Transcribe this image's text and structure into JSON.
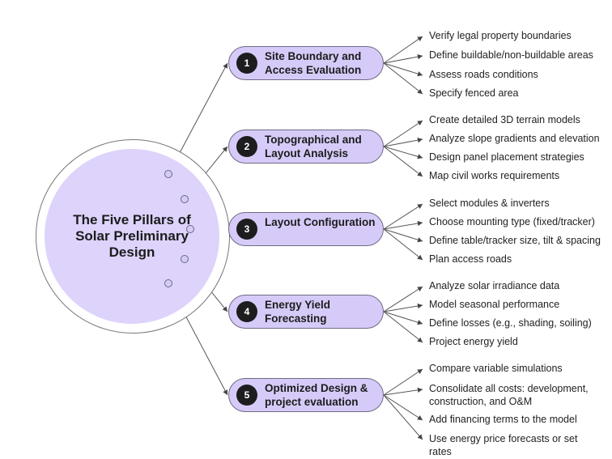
{
  "hub": {
    "title": "The Five Pillars of Solar Preliminary Design"
  },
  "pillars": [
    {
      "number": "1",
      "title": "Site Boundary and Access Evaluation",
      "tasks": [
        [
          "Verify legal property boundaries"
        ],
        [
          "Define buildable/non-buildable areas"
        ],
        [
          "Assess roads conditions"
        ],
        [
          "Specify fenced area"
        ]
      ]
    },
    {
      "number": "2",
      "title": "Topographical and Layout Analysis",
      "tasks": [
        [
          "Create detailed 3D terrain models"
        ],
        [
          "Analyze slope gradients and elevation"
        ],
        [
          "Design panel placement strategies"
        ],
        [
          "Map civil works requirements"
        ]
      ]
    },
    {
      "number": "3",
      "title": "Layout Configuration",
      "tasks": [
        [
          "Select modules & inverters"
        ],
        [
          "Choose mounting type (fixed/tracker)"
        ],
        [
          "Define table/tracker size, tilt & spacing"
        ],
        [
          "Plan access roads"
        ]
      ]
    },
    {
      "number": "4",
      "title": "Energy Yield Forecasting",
      "tasks": [
        [
          "Analyze solar irradiance data"
        ],
        [
          "Model seasonal performance"
        ],
        [
          "Define losses (e.g., shading, soiling)"
        ],
        [
          "Project energy yield"
        ]
      ]
    },
    {
      "number": "5",
      "title": "Optimized Design & project evaluation",
      "tasks": [
        [
          "Compare variable simulations"
        ],
        [
          "Consolidate all costs: development,",
          "construction, and O&M"
        ],
        [
          "Add financing terms to the model"
        ],
        [
          "Use energy price forecasts or set",
          "rates"
        ]
      ]
    }
  ]
}
